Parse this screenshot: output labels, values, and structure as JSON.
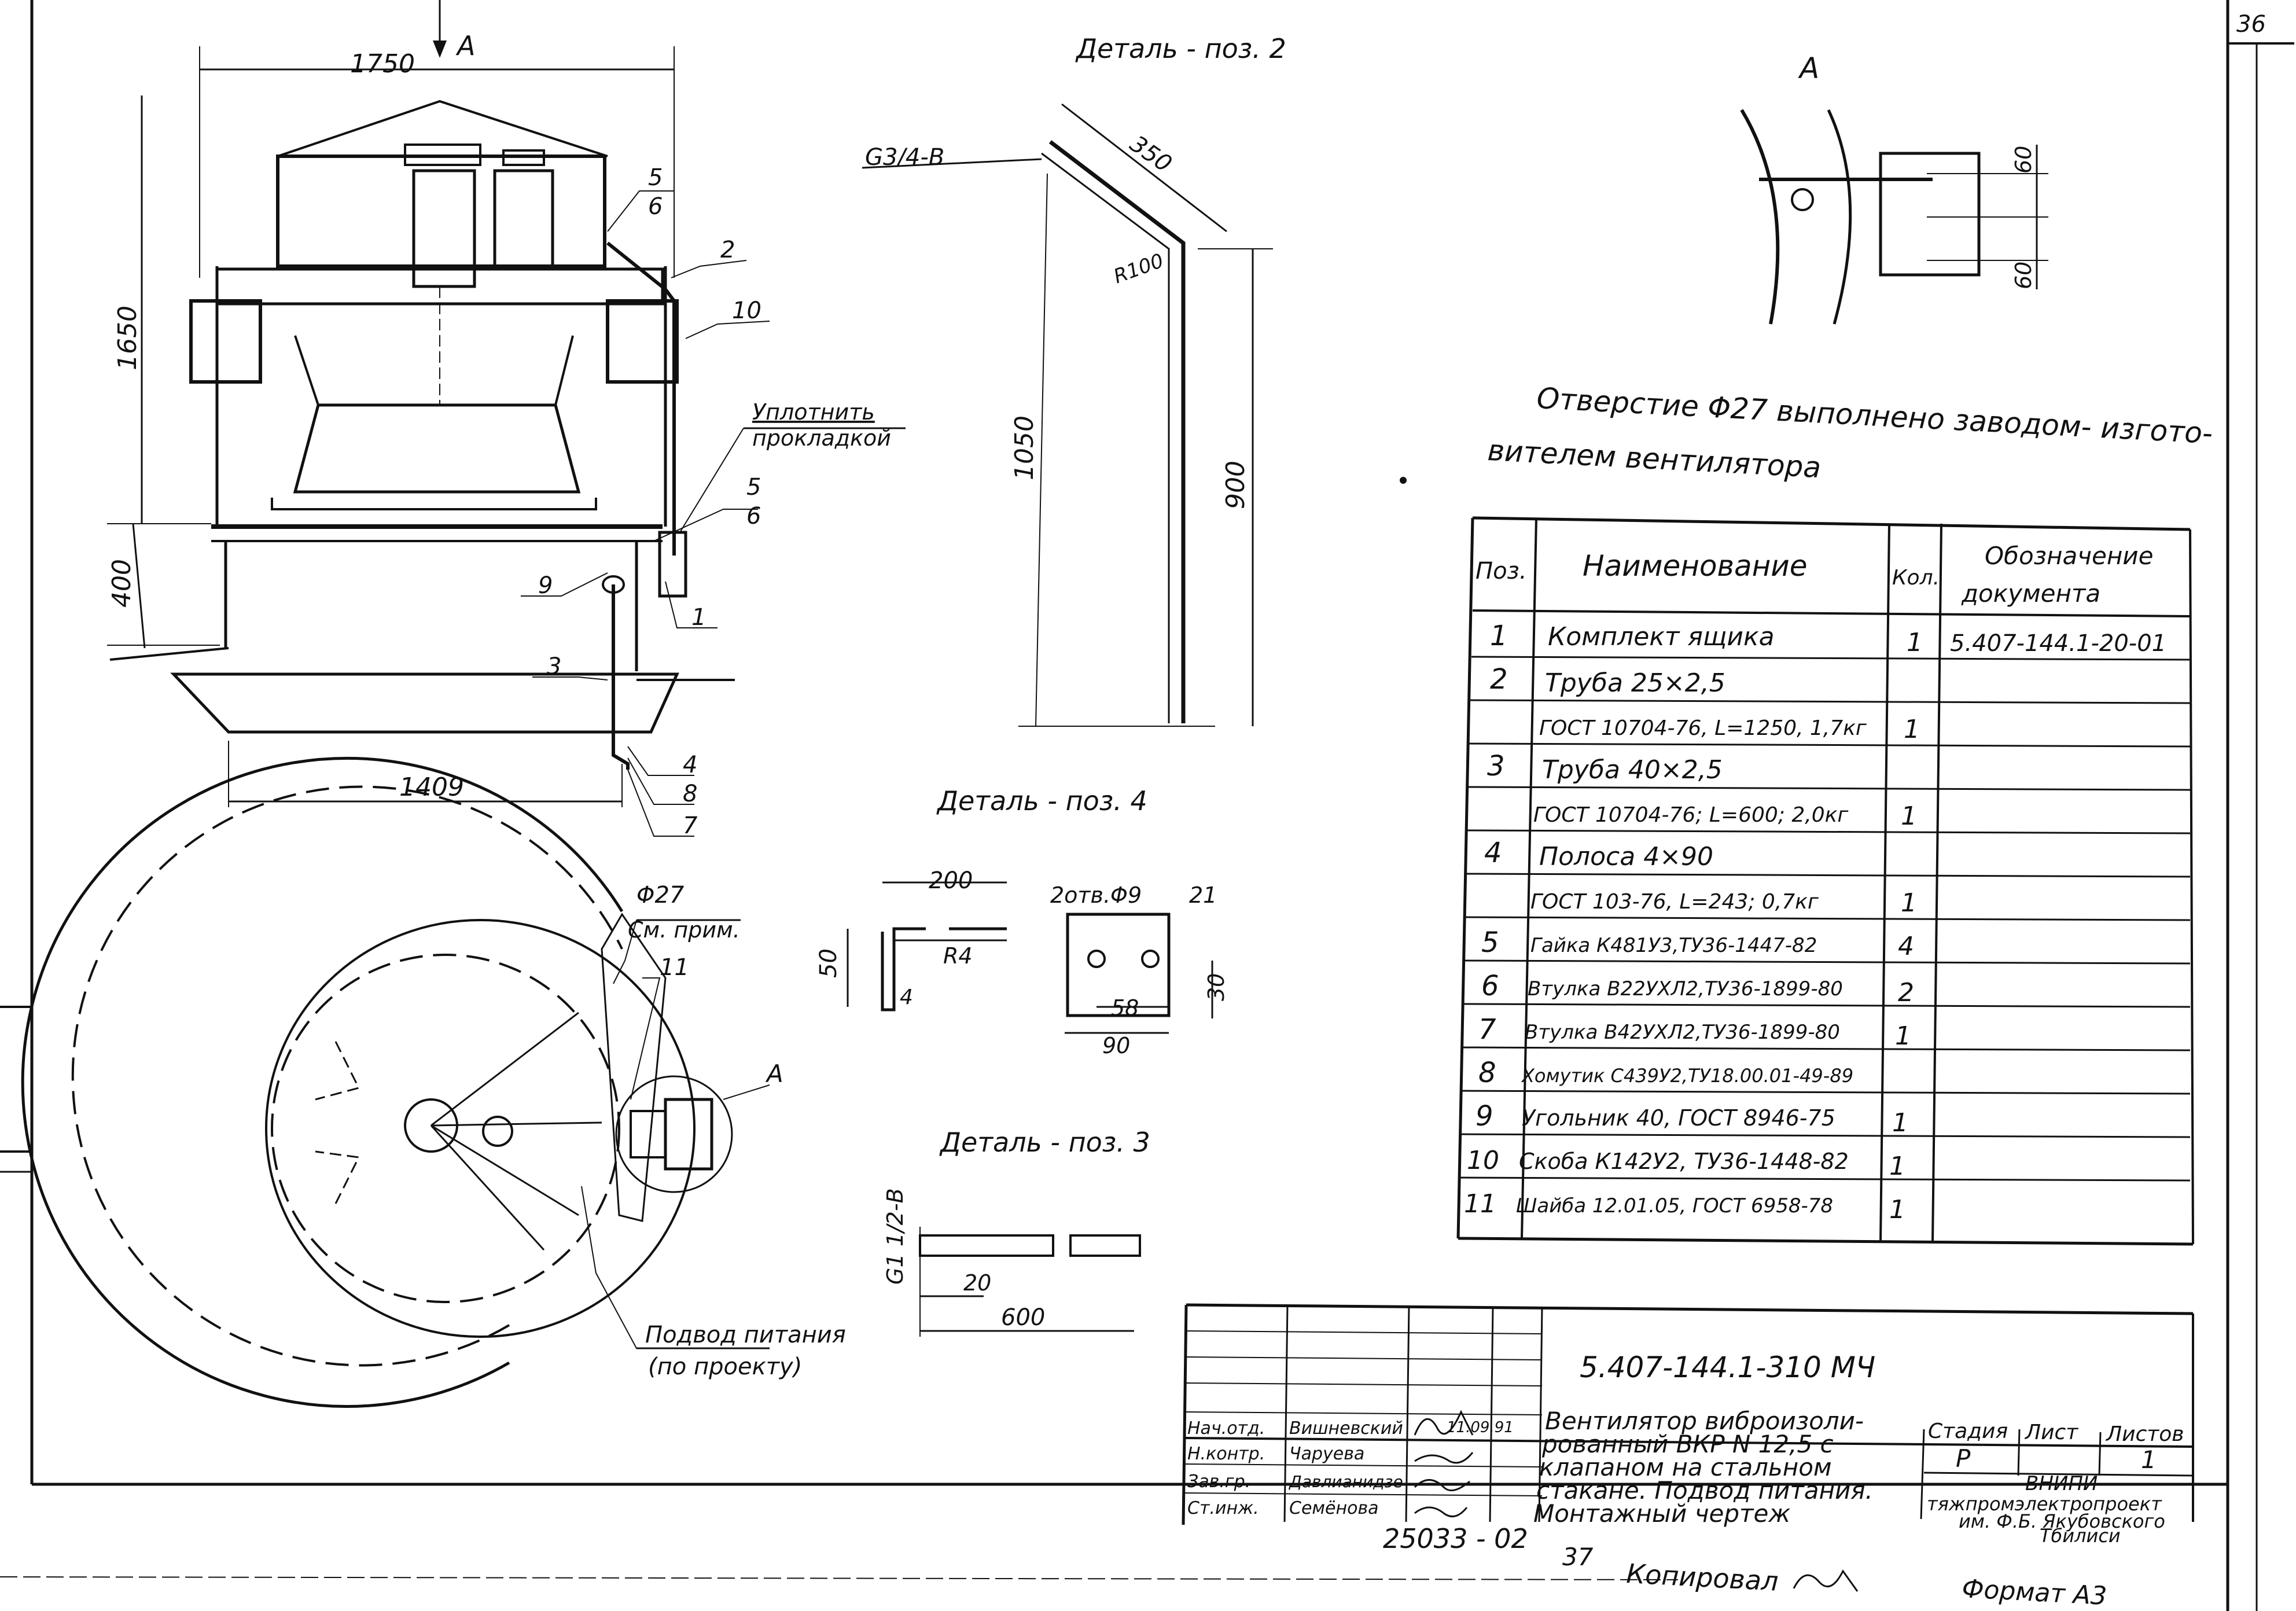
{
  "page_number": "36",
  "main_view": {
    "view_arrow": "A",
    "dim_width_top": "1750",
    "dim_height": "1650",
    "dim_lower": "400",
    "dim_bottom": "1409",
    "callouts": [
      "5",
      "6",
      "2",
      "10",
      "5",
      "6",
      "9",
      "1",
      "3",
      "4",
      "8",
      "7"
    ],
    "seal_note_line1": "Уплотнить",
    "seal_note_line2": "прокладкой"
  },
  "plan_view": {
    "hole_label": "Φ27",
    "hole_note": "См. прим.",
    "callout_11": "11",
    "detail_ref": "А",
    "power_note_line1": "Подвод питания",
    "power_note_line2": "(по проекту)"
  },
  "detail_2": {
    "title": "Деталь - поз. 2",
    "thread": "G3/4-В",
    "dim_350": "350",
    "radius": "R100",
    "dim_1050": "1050",
    "dim_900": "900"
  },
  "detail_4": {
    "title": "Деталь - поз. 4",
    "dim_200": "200",
    "dim_50": "50",
    "radius": "R4",
    "dim_4": "4",
    "holes": "2отв.Φ9",
    "dim_21": "21",
    "dim_30": "30",
    "dim_58": "58",
    "dim_90": "90"
  },
  "detail_3": {
    "title": "Деталь - поз. 3",
    "thread": "G1 1/2-В",
    "dim_20": "20",
    "dim_600": "600"
  },
  "view_a": {
    "title": "А",
    "dim_top": "60",
    "dim_bottom": "60"
  },
  "note": {
    "line1": "Отверстие Φ27 выполнено заводом- изгото-",
    "line2": "вителем вентилятора"
  },
  "spec_table": {
    "headers": {
      "pos": "Поз.",
      "name": "Наименование",
      "qty": "Кол.",
      "doc_line1": "Обозначение",
      "doc_line2": "документа"
    },
    "rows": [
      {
        "pos": "1",
        "name": "Комплект ящика",
        "qty": "1",
        "doc": "5.407-144.1-20-01"
      },
      {
        "pos": "2",
        "name": "Труба 25×2,5",
        "qty": "",
        "doc": ""
      },
      {
        "pos": "",
        "name": "ГОСТ 10704-76, L=1250, 1,7кг",
        "qty": "1",
        "doc": ""
      },
      {
        "pos": "3",
        "name": "Труба 40×2,5",
        "qty": "",
        "doc": ""
      },
      {
        "pos": "",
        "name": "ГОСТ 10704-76; L=600; 2,0кг",
        "qty": "1",
        "doc": ""
      },
      {
        "pos": "4",
        "name": "Полоса 4×90",
        "qty": "",
        "doc": ""
      },
      {
        "pos": "",
        "name": "ГОСТ 103-76, L=243; 0,7кг",
        "qty": "1",
        "doc": ""
      },
      {
        "pos": "5",
        "name": "Гайка К481У3,ТУ36-1447-82",
        "qty": "4",
        "doc": ""
      },
      {
        "pos": "6",
        "name": "Втулка В22УХЛ2,ТУ36-1899-80",
        "qty": "2",
        "doc": ""
      },
      {
        "pos": "7",
        "name": "Втулка В42УХЛ2,ТУ36-1899-80",
        "qty": "1",
        "doc": ""
      },
      {
        "pos": "8",
        "name": "Хомутик С439У2,ТУ18.00.01-49-89",
        "qty": "",
        "doc": ""
      },
      {
        "pos": "9",
        "name": "Угольник 40, ГОСТ 8946-75",
        "qty": "1",
        "doc": ""
      },
      {
        "pos": "10",
        "name": "Скоба К142У2, ТУ36-1448-82",
        "qty": "1",
        "doc": ""
      },
      {
        "pos": "11",
        "name": "Шайба 12.01.05, ГОСТ 6958-78",
        "qty": "1",
        "doc": ""
      }
    ]
  },
  "title_block": {
    "code": "5.407-144.1-310 МЧ",
    "title_lines": [
      "Вентилятор виброизоли-",
      "рованный ВКР N 12,5 с",
      "клапаном на стальном",
      "стакане. Подвод питания.",
      "Монтажный чертеж"
    ],
    "stage_label": "Стадия",
    "sheet_label": "Лист",
    "sheets_label": "Листов",
    "stage": "Р",
    "sheets": "1",
    "org_lines": [
      "ВНИПИ",
      "тяжпромэлектропроект",
      "им. Ф.Б. Якубовского",
      "Тбилиси"
    ],
    "staff": [
      {
        "role": "Нач.отд.",
        "name": "Вишневский"
      },
      {
        "role": "Н.контр.",
        "name": "Чаруева"
      },
      {
        "role": "Зав.гр.",
        "name": "Давлианидзе"
      },
      {
        "role": "Ст.инж.",
        "name": "Семёнова"
      }
    ],
    "date": "11.09.91"
  },
  "footer": {
    "inventory": "25033 - 02",
    "sheet_no": "37",
    "copied": "Копировал",
    "format": "Формат А3"
  }
}
